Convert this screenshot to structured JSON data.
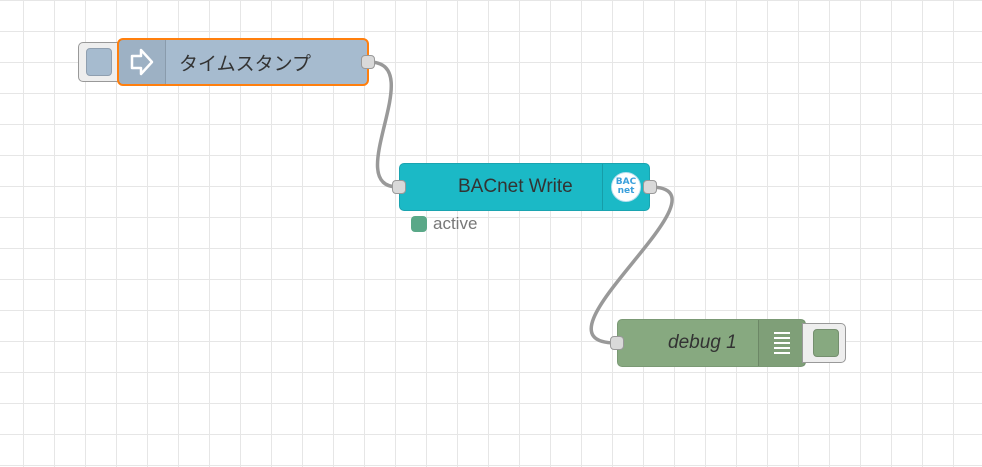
{
  "flow": {
    "nodes": {
      "inject": {
        "label": "タイムスタンプ",
        "icon": "arrow-in-icon",
        "color": "#a6bbcf",
        "selected_border": "#ff7f0e"
      },
      "bacnet": {
        "label": "BACnet Write",
        "icon": "bacnet-logo-icon",
        "logo_line1": "BAC",
        "logo_line2": "net",
        "color": "#1bb9c6"
      },
      "debug": {
        "label": "debug 1",
        "icon": "debug-list-icon",
        "color": "#87a980"
      }
    },
    "status": {
      "text": "active",
      "color": "#5aa888"
    },
    "wire_color": "#999999"
  }
}
